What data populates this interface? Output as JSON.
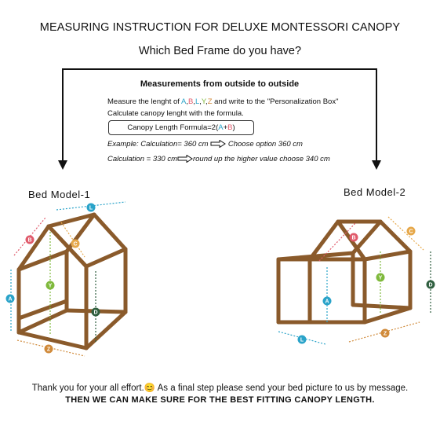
{
  "header": {
    "title": "MEASURING INSTRUCTION FOR DELUXE MONTESSORI CANOPY",
    "question": "Which Bed Frame do you have?"
  },
  "instructions": {
    "heading": "Measurements  from outside to outside",
    "measure_prefix": "Measure the lenght of ",
    "measure_letters": [
      "A",
      ",",
      "B",
      ",",
      "L",
      ",",
      "Y",
      ",",
      "Z"
    ],
    "measure_suffix": " and write to the \"Personalization Box\"",
    "calculate": "Calculate canopy lenght with the formula.",
    "formula_prefix": "Canopy Length Formula=2(",
    "formula_a": "A",
    "formula_plus": "+",
    "formula_b": "B",
    "formula_suffix": ")",
    "example_left": "Example: Calculation= 360 cm",
    "example_right": "Choose option 360 cm",
    "calc_left": "Calculation = 330 cm",
    "calc_right": "round up the higher value choose 340 cm"
  },
  "models": {
    "model1": "Bed Model-1",
    "model2": "Bed Model-2"
  },
  "labels": {
    "a": "A",
    "b": "B",
    "c": "C",
    "d": "D",
    "l": "L",
    "y": "Y",
    "z": "Z"
  },
  "footer": {
    "line1_prefix": "Thank you for your all effort.",
    "emoji": "😊",
    "line1_suffix": " As a final step please send your  bed picture to us by message.",
    "line2": "THEN WE CAN MAKE SURE FOR THE BEST FITTING CANOPY LENGTH."
  },
  "colors": {
    "wood": "#8a5a2b",
    "wood_light": "#b07a3e",
    "a": "#2aa3c9",
    "b": "#e05a6b",
    "c": "#e6a84a",
    "d": "#2f5f3f",
    "l": "#2aa3c9",
    "y": "#7fb93c",
    "z": "#d08a3a"
  }
}
